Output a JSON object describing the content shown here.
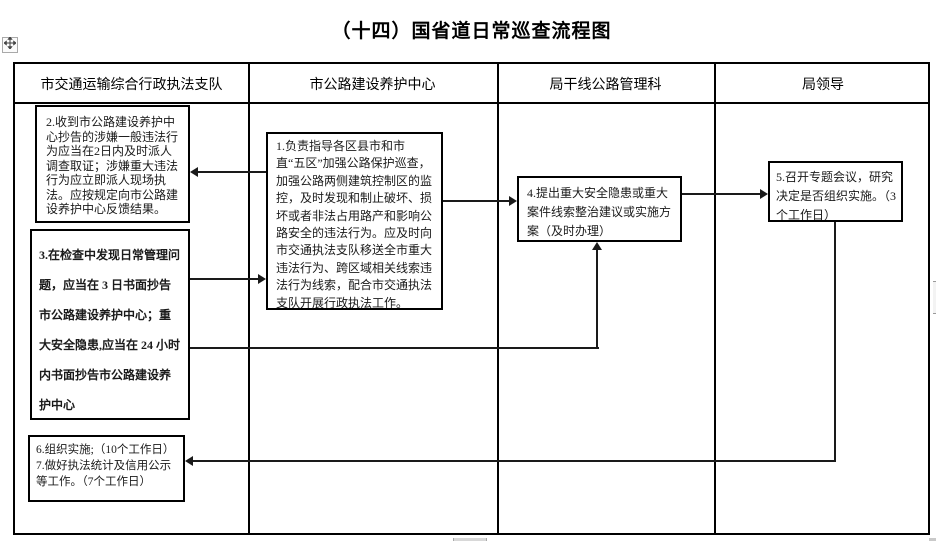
{
  "title": "（十四）国省道日常巡查流程图",
  "columns": [
    {
      "label": "市交通运输综合行政执法支队"
    },
    {
      "label": "市公路建设养护中心"
    },
    {
      "label": "局干线公路管理科"
    },
    {
      "label": "局领导"
    }
  ],
  "boxes": {
    "box1": {
      "text": "1.负责指导各区县市和市直“五区”加强公路保护巡查，加强公路两侧建筑控制区的监控，及时发现和制止破坏、损坏或者非法占用路产和影响公路安全的违法行为。应及时向市交通执法支队移送全市重大违法行为、跨区域相关线索违法行为线索，配合市交通执法支队开展行政执法工作。"
    },
    "box2": {
      "text": "2.收到市公路建设养护中心抄告的涉嫌一般违法行为应当在2日内及时派人调查取证；涉嫌重大违法行为应立即派人现场执法。应按规定向市公路建设养护中心反馈结果。"
    },
    "box3": {
      "text": "3.在检查中发现日常管理问题，应当在 3 日书面抄告市公路建设养护中心；重大安全隐患,应当在 24 小时内书面抄告市公路建设养护中心"
    },
    "box4": {
      "text": "4.提出重大安全隐患或重大案件线索整治建议或实施方案（及时办理）"
    },
    "box5": {
      "text": "5.召开专题会议，研究决定是否组织实施。（3个工作日）"
    },
    "box6": {
      "lines": [
        "6.组织实施;（10个工作日）",
        "7.做好执法统计及信用公示等工作。（7个工作日）"
      ]
    }
  },
  "icons": {
    "table_move_handle": "four-way-move-arrow"
  },
  "colors": {
    "border": "#000000",
    "connector": "#1a1a1a",
    "background": "#ffffff"
  }
}
